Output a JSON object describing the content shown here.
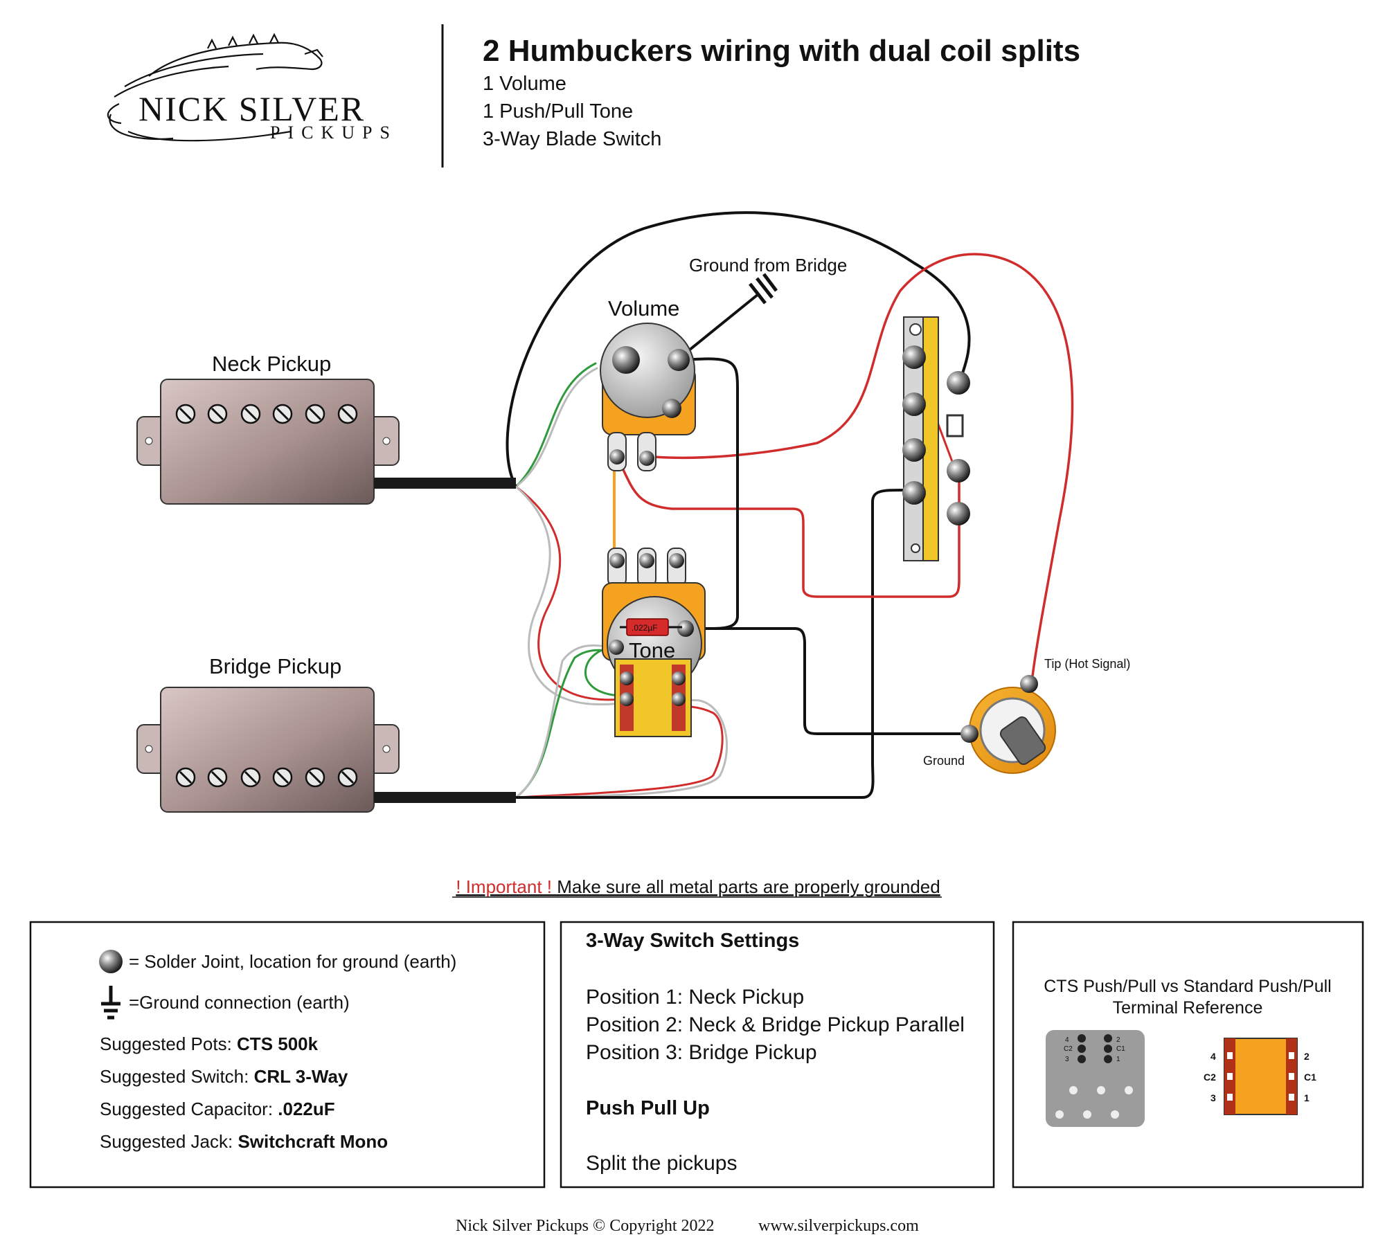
{
  "header": {
    "logo_line1": "NICK SILVER",
    "logo_line2": "PICKUPS",
    "title": "2 Humbuckers wiring with dual coil splits",
    "spec_lines": [
      "1 Volume",
      "1 Push/Pull Tone",
      "3-Way Blade Switch"
    ]
  },
  "diagram": {
    "neck_pickup": "Neck Pickup",
    "bridge_pickup": "Bridge Pickup",
    "volume_label": "Volume",
    "tone_label": "Tone",
    "ground_from_bridge": "Ground from Bridge",
    "capacitor_label": ".022µF",
    "jack_tip": "Tip (Hot Signal)",
    "jack_ground": "Ground",
    "colors": {
      "red": "#d12c2c",
      "green": "#2e9a3c",
      "black": "#111111",
      "orange_pot": "#f4a21f",
      "switch_yellow": "#f1c628"
    }
  },
  "important": {
    "prefix": "! Important !",
    "message": " Make sure all metal parts are properly grounded"
  },
  "legend": {
    "solder_joint": "= Solder Joint, location for ground (earth)",
    "ground_connection": "=Ground connection (earth)",
    "pots_label": "Suggested Pots: ",
    "pots_value": "CTS 500k",
    "switch_label": "Suggested Switch: ",
    "switch_value": "CRL 3-Way",
    "capacitor_label": "Suggested Capacitor: ",
    "capacitor_value": ".022uF",
    "jack_label": "Suggested Jack: ",
    "jack_value": "Switchcraft Mono"
  },
  "switch_settings": {
    "title": "3-Way Switch Settings",
    "positions": [
      "Position 1: Neck Pickup",
      "Position 2: Neck & Bridge Pickup Parallel",
      "Position 3: Bridge Pickup"
    ],
    "push_pull_title": "Push Pull Up",
    "push_pull_desc": "Split the pickups"
  },
  "terminal_ref": {
    "title_line1": "CTS Push/Pull vs Standard Push/Pull",
    "title_line2": "Terminal Reference",
    "cts_labels": [
      "4",
      "C2",
      "3",
      "2",
      "C1",
      "1"
    ],
    "std_left": [
      "4",
      "C2",
      "3"
    ],
    "std_right": [
      "2",
      "C1",
      "1"
    ]
  },
  "footer": {
    "copyright": "Nick Silver Pickups © Copyright 2022",
    "website": "www.silverpickups.com"
  }
}
